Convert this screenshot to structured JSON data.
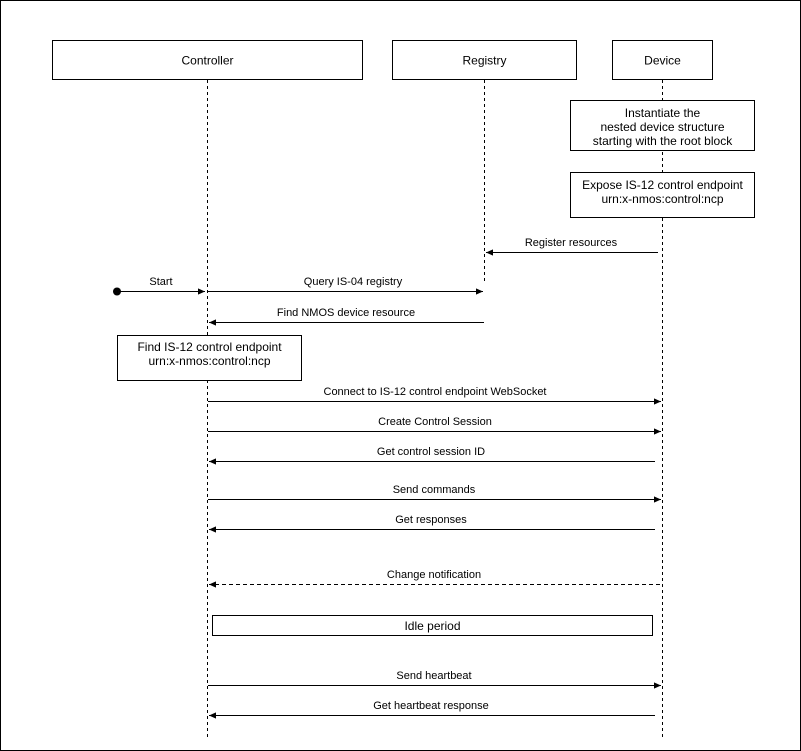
{
  "participants": {
    "controller": "Controller",
    "registry": "Registry",
    "device": "Device"
  },
  "notes": {
    "instantiate": [
      "Instantiate the",
      "nested device structure",
      "starting with the root block"
    ],
    "expose": [
      "Expose IS-12 control endpoint",
      "urn:x-nmos:control:ncp"
    ],
    "find_endpoint": [
      "Find IS-12 control endpoint",
      "urn:x-nmos:control:ncp"
    ],
    "idle": "Idle period"
  },
  "messages": {
    "register": "Register resources",
    "start": "Start",
    "query": "Query IS-04 registry",
    "find_device": "Find NMOS device resource",
    "connect": "Connect to IS-12 control endpoint WebSocket",
    "create_session": "Create Control Session",
    "get_session_id": "Get control session ID",
    "send_commands": "Send commands",
    "get_responses": "Get responses",
    "change_notification": "Change notification",
    "send_heartbeat": "Send heartbeat",
    "get_heartbeat_response": "Get heartbeat response"
  },
  "colors": {
    "line": "#000000",
    "background": "#ffffff"
  }
}
